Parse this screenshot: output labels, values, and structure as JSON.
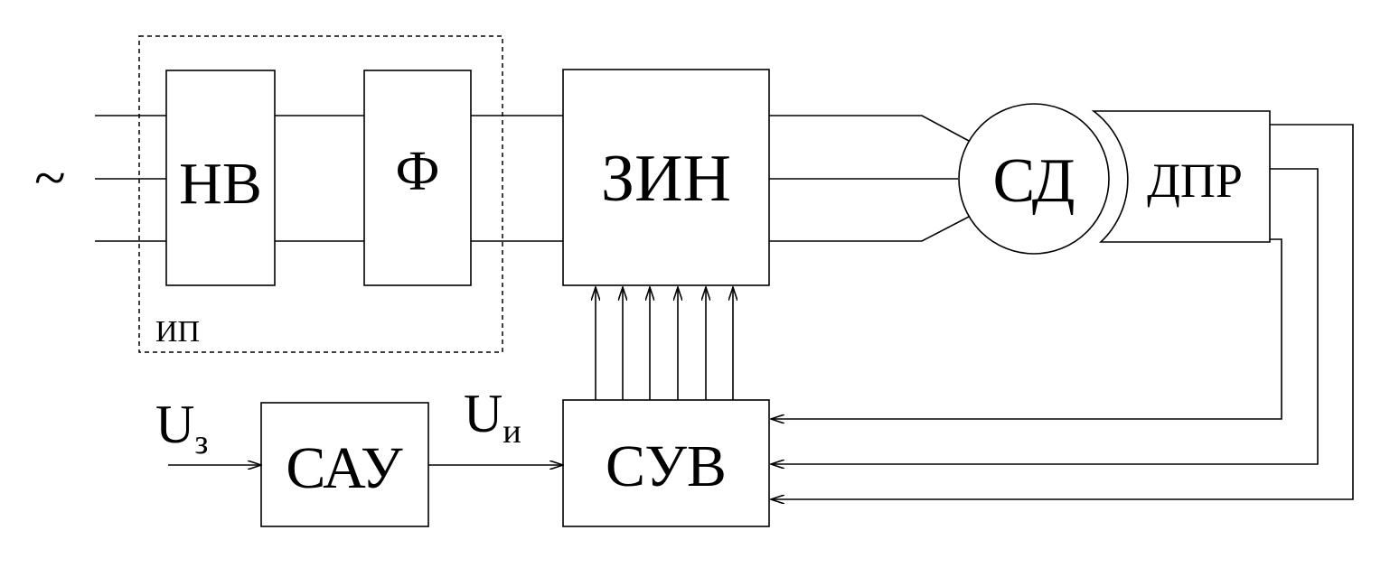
{
  "diagram": {
    "ac_symbol": "~",
    "power_supply_group_label": "ИП",
    "blocks": {
      "rectifier": "НВ",
      "filter": "Ф",
      "inverter": "ЗИН",
      "motor": "СД",
      "rotor_position_sensor": "ДПР",
      "control_system": "САУ",
      "switching_control": "СУВ"
    },
    "signals": {
      "setpoint_main": "U",
      "setpoint_sub": "з",
      "output_main": "U",
      "output_sub": "и"
    },
    "colors": {
      "line": "#000000",
      "background": "#ffffff"
    }
  }
}
